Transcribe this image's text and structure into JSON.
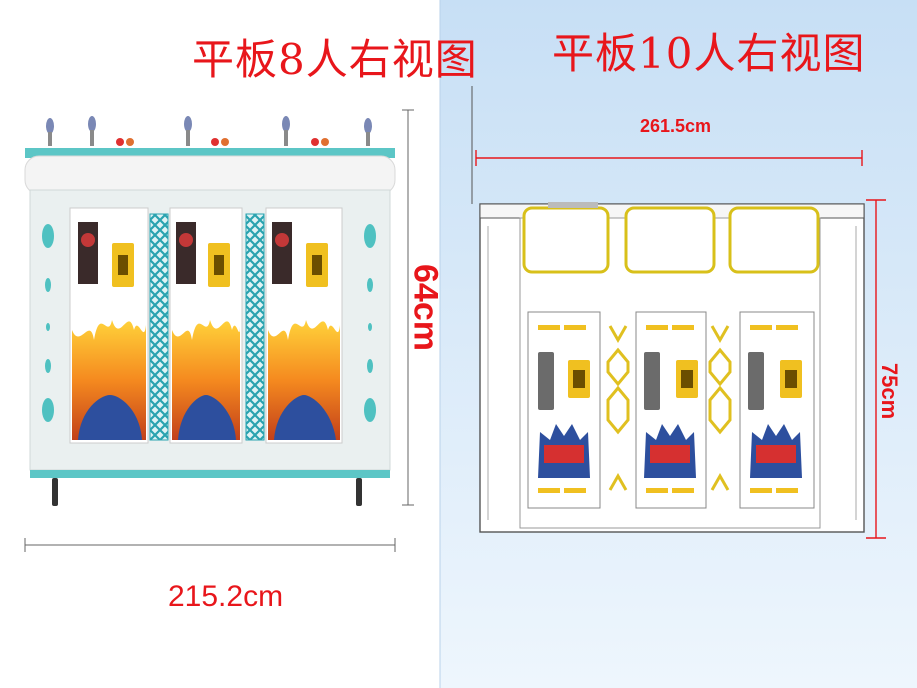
{
  "left_panel": {
    "title": "平板8人右视图",
    "width_label": "215.2cm",
    "height_label": "64cm"
  },
  "right_panel": {
    "title": "平板10人右视图",
    "width_label": "261.5cm",
    "height_label": "75cm"
  },
  "colors": {
    "dimension_red": "#e8161b",
    "teal_trim": "#5cc6c6",
    "gold": "#f0c020",
    "right_bg_start": "#c7dff5",
    "right_bg_end": "#eef6fd"
  }
}
